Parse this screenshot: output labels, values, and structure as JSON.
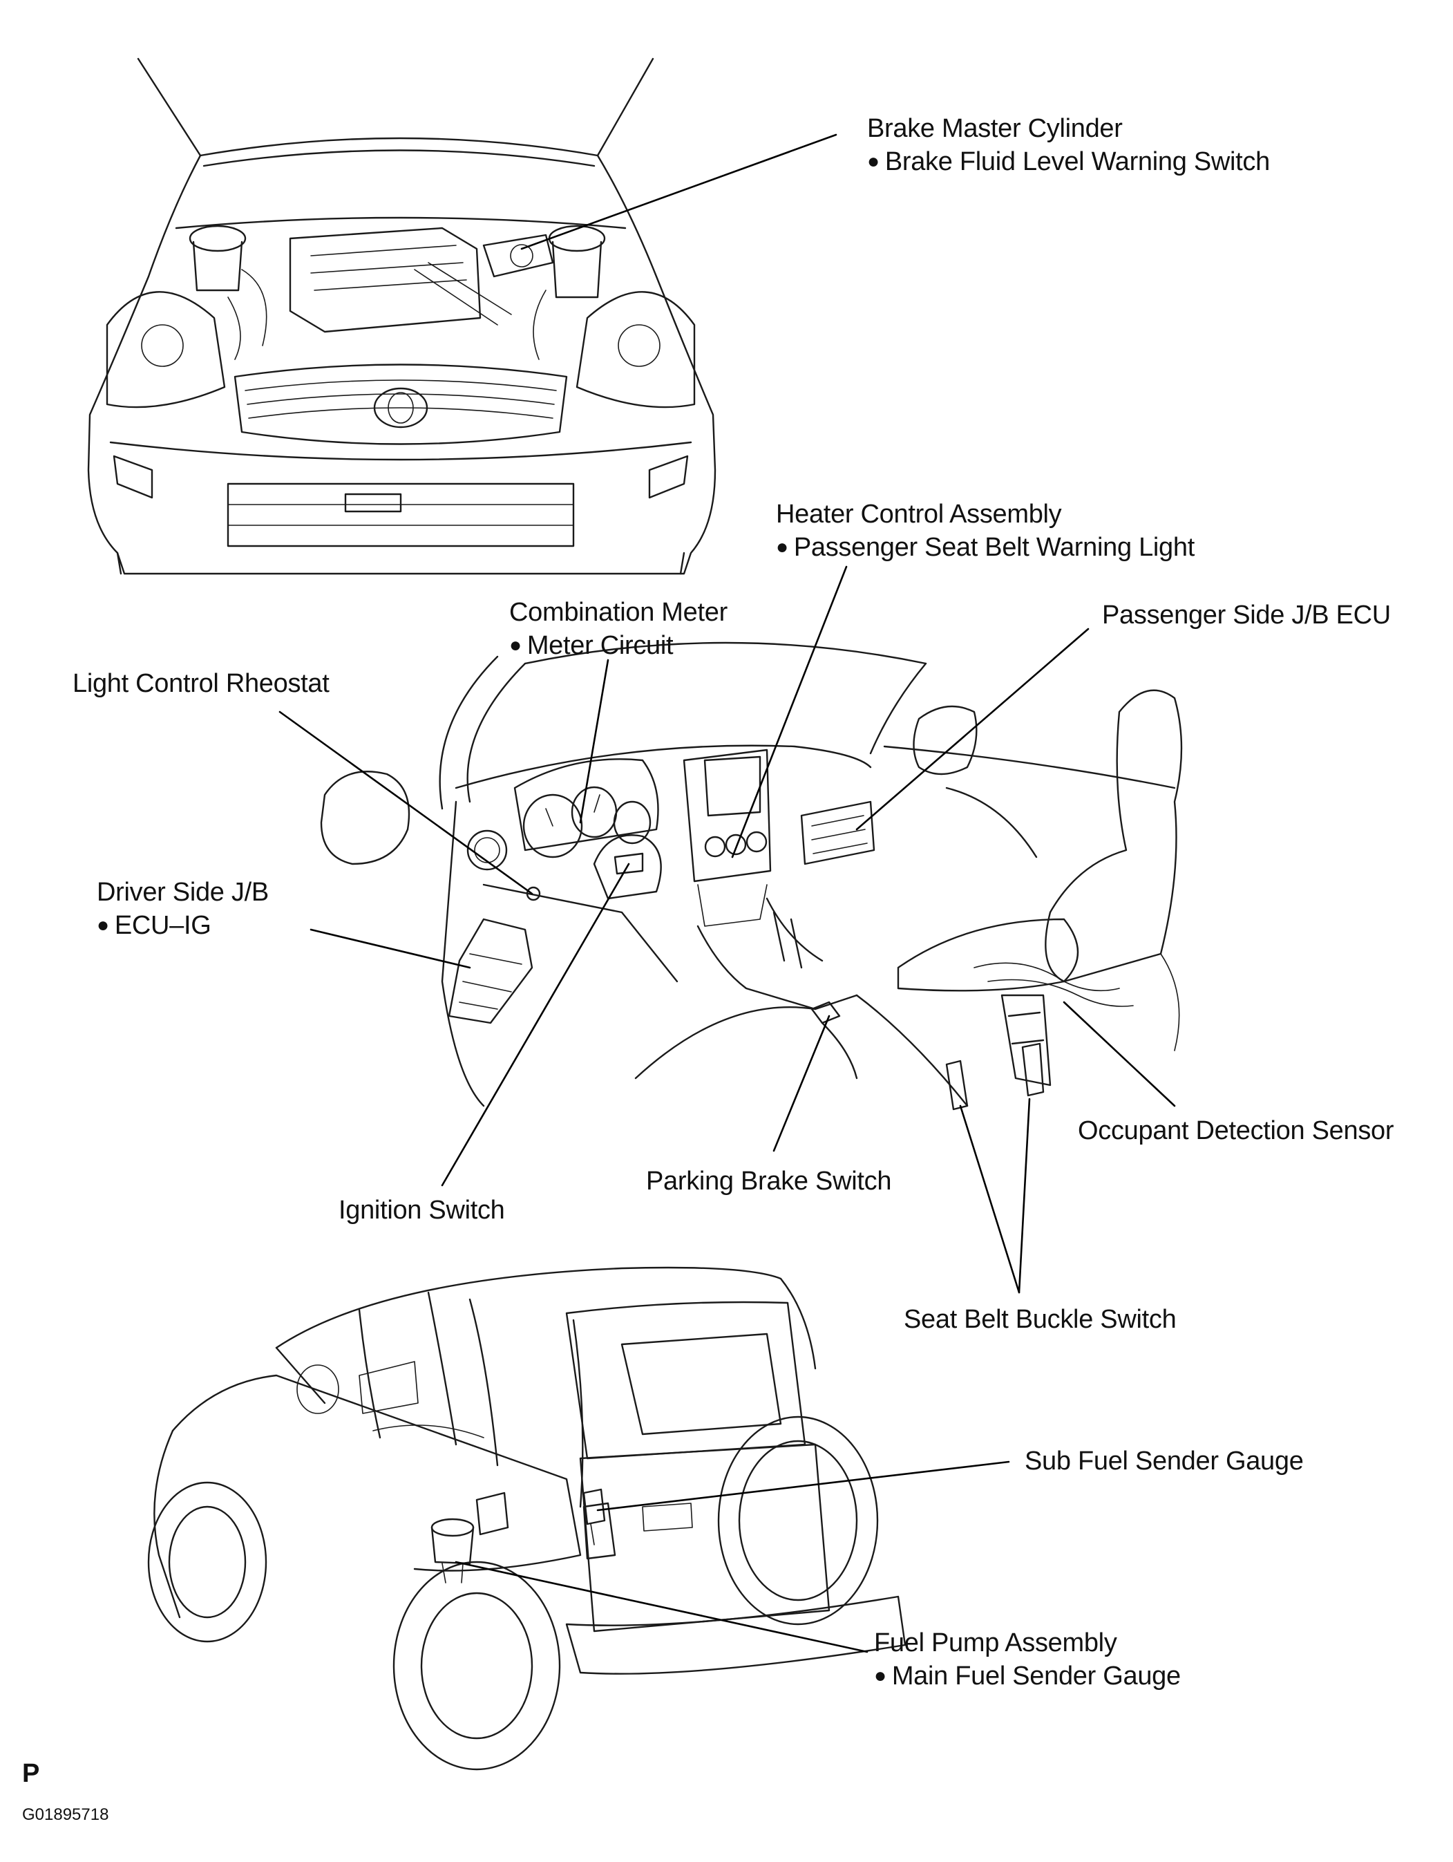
{
  "labels": {
    "brake_master_cylinder": {
      "title": "Brake Master Cylinder",
      "sub": "Brake Fluid Level Warning Switch"
    },
    "heater_control_assembly": {
      "title": "Heater Control Assembly",
      "sub": "Passenger Seat Belt Warning Light"
    },
    "combination_meter": {
      "title": "Combination Meter",
      "sub": "Meter Circuit"
    },
    "passenger_side_jb_ecu": {
      "title": "Passenger Side J/B ECU"
    },
    "light_control_rheostat": {
      "title": "Light Control Rheostat"
    },
    "driver_side_jb": {
      "title": "Driver Side J/B",
      "sub": "ECU–IG"
    },
    "occupant_detection_sensor": {
      "title": "Occupant Detection Sensor"
    },
    "parking_brake_switch": {
      "title": "Parking Brake Switch"
    },
    "ignition_switch": {
      "title": "Ignition Switch"
    },
    "seat_belt_buckle_switch": {
      "title": "Seat Belt Buckle Switch"
    },
    "sub_fuel_sender_gauge": {
      "title": "Sub Fuel Sender Gauge"
    },
    "fuel_pump_assembly": {
      "title": "Fuel Pump Assembly",
      "sub": "Main Fuel Sender Gauge"
    }
  },
  "footer": {
    "letter": "P",
    "figure_code": "G01895718"
  }
}
